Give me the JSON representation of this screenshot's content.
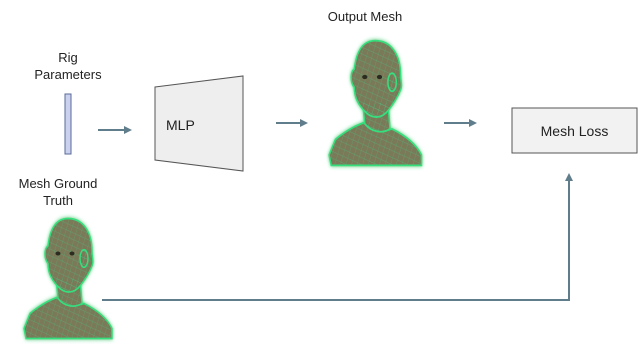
{
  "labels": {
    "rig_parameters_line1": "Rig",
    "rig_parameters_line2": "Parameters",
    "mlp": "MLP",
    "output_mesh": "Output Mesh",
    "mesh_loss": "Mesh Loss",
    "ground_truth_line1": "Mesh Ground",
    "ground_truth_line2": "Truth"
  },
  "colors": {
    "arrow": "#607d8b",
    "rig_bar_fill": "#c9d1ee",
    "rig_bar_stroke": "#5a6a9a",
    "mlp_fill": "#eeeeee",
    "box_stroke": "#555555",
    "mesh_skin": "#7a7a58",
    "mesh_glow": "#34e07c",
    "mesh_wire": "#3fcf8e"
  },
  "icons": {
    "output_mesh": "3d-head-wireframe-mesh",
    "ground_truth_mesh": "3d-head-wireframe-mesh"
  }
}
